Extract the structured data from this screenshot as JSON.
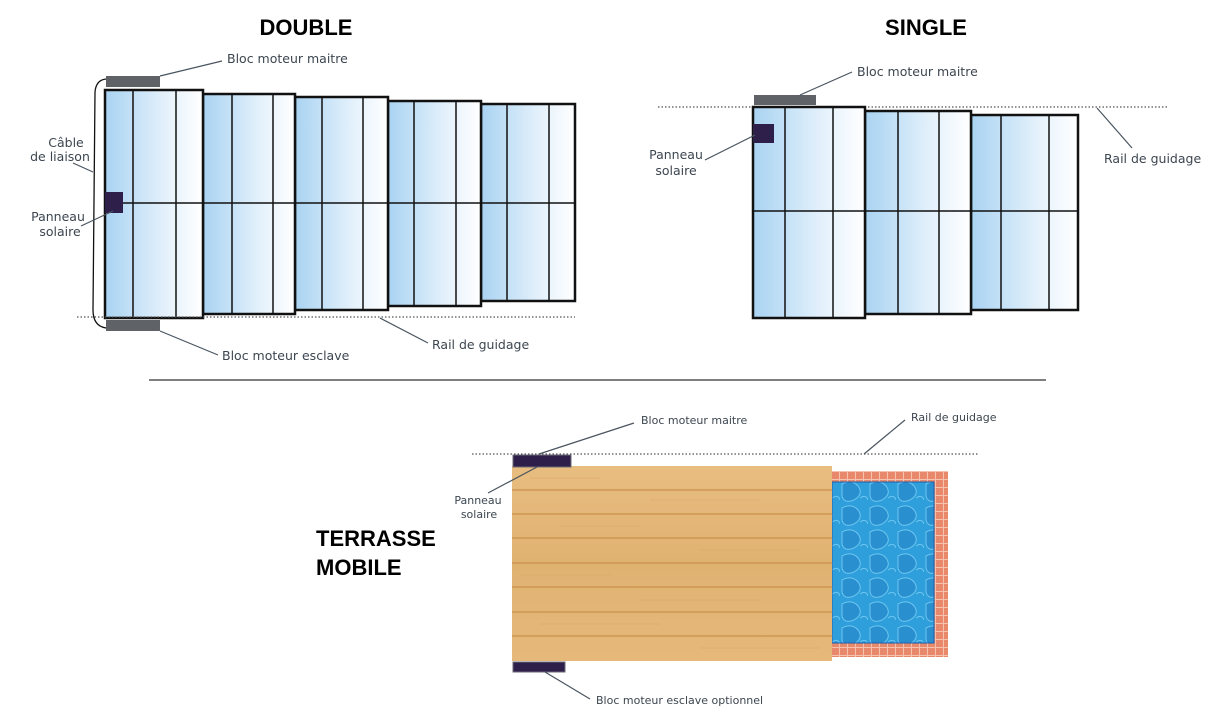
{
  "double": {
    "title": "DOUBLE",
    "motor_master": "Bloc moteur maitre",
    "cable_line1": "Câble",
    "cable_line2": "de liaison",
    "solar_line1": "Panneau",
    "solar_line2": "solaire",
    "motor_slave": "Bloc moteur esclave",
    "rail": "Rail de guidage"
  },
  "single": {
    "title": "SINGLE",
    "motor_master": "Bloc moteur maitre",
    "solar_line1": "Panneau",
    "solar_line2": "solaire",
    "rail": "Rail de guidage"
  },
  "terrasse": {
    "title_line1": "TERRASSE",
    "title_line2": "MOBILE",
    "motor_master": "Bloc moteur maitre",
    "rail": "Rail de guidage",
    "solar_line1": "Panneau",
    "solar_line2": "solaire",
    "motor_slave": "Bloc moteur esclave optionnel"
  },
  "colors": {
    "motor_gray": "#5f6368",
    "solar": "#2e1f4a",
    "pool": "#2a9ad8",
    "pool_border": "#e8896b",
    "wood": "#e3b476"
  }
}
